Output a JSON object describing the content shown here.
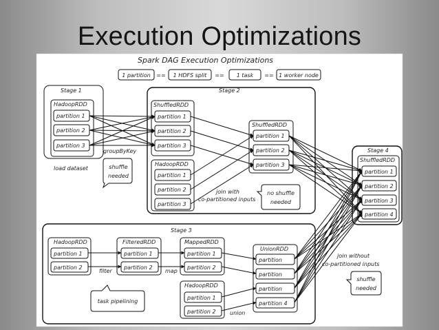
{
  "slide": {
    "title": "Execution Optimizations"
  },
  "diagram": {
    "title": "Spark DAG Execution Optimizations",
    "legend": {
      "partition": "1 partition",
      "hdfs_split": "1 HDFS split",
      "task": "1 task",
      "worker": "1 worker node",
      "eq": "=="
    },
    "stages": {
      "stage1": "Stage 1",
      "stage2": "Stage 2",
      "stage3": "Stage 3",
      "stage4": "Stage 4"
    },
    "rdds": {
      "hadoop1": {
        "name": "HadoopRDD",
        "partitions": [
          "partition 1",
          "partition 2",
          "partition 3"
        ]
      },
      "shuffled_s2": {
        "name": "ShuffledRDD",
        "partitions": [
          "partition 1",
          "partition 2",
          "partition 3"
        ]
      },
      "hadoop_s2": {
        "name": "HadoopRDD",
        "partitions": [
          "partition 1",
          "partition 2",
          "partition 3"
        ]
      },
      "shuffled_mid": {
        "name": "ShuffledRDD",
        "partitions": [
          "partition 1",
          "partition 2",
          "partition 3"
        ]
      },
      "shuffled_s4": {
        "name": "ShuffledRDD",
        "partitions": [
          "partition 1",
          "partition 2",
          "partition 3",
          "partition 4"
        ]
      },
      "hadoop_s3": {
        "name": "HadoopRDD",
        "partitions": [
          "partition 1",
          "partition 2"
        ]
      },
      "filtered": {
        "name": "FilteredRDD",
        "partitions": [
          "partition 1",
          "partition 2"
        ]
      },
      "mapped": {
        "name": "MappedRDD",
        "partitions": [
          "partition 1",
          "partition 2"
        ]
      },
      "hadoop_s3b": {
        "name": "HadoopRDD",
        "partitions": [
          "partition 1",
          "partition 2"
        ]
      },
      "union": {
        "name": "UnionRDD",
        "partitions": [
          "partition",
          "partition",
          "partition",
          "partition 4"
        ]
      }
    },
    "labels": {
      "load_dataset": "load dataset",
      "group_by_key": "groupByKey",
      "join_with": "join with",
      "co_partitioned": "co-partitioned inputs",
      "filter": "filter",
      "map": "map",
      "union": "union",
      "join_without": "join without",
      "co_partitioned_2": "co-partitioned inputs"
    },
    "bubbles": {
      "shuffle1": [
        "shuffle",
        "needed"
      ],
      "no_shuffle": [
        "no shuffle",
        "needed"
      ],
      "shuffle2": [
        "shuffle",
        "needed"
      ],
      "pipelining": [
        "task pipelining"
      ]
    }
  }
}
